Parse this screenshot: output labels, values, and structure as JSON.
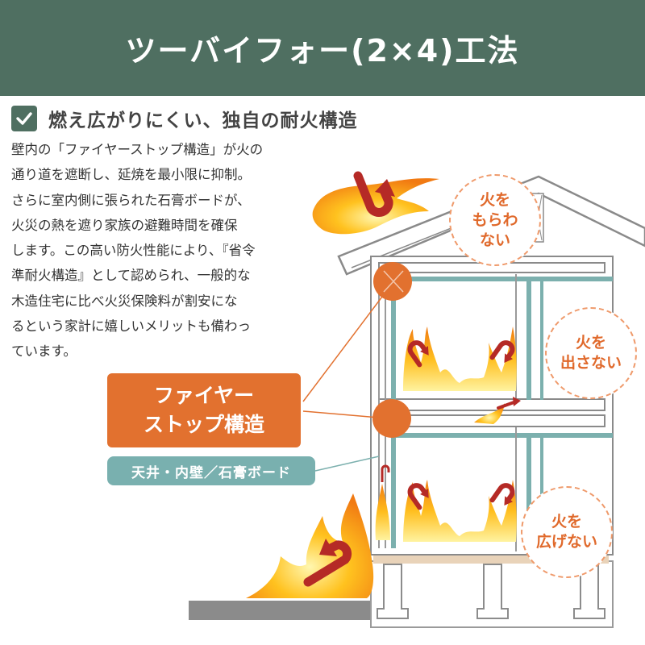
{
  "title": "ツーバイフォー(2×4)工法",
  "subtitle": "燃え広がりにくい、独自の耐火構造",
  "body_lines": [
    "壁内の「ファイヤーストップ構造」が火の",
    "通り道を遮断し、延焼を最小限に抑制。",
    "さらに室内側に張られた石膏ボードが、",
    "火災の熱を遮り家族の避難時間を確保",
    "します。この高い防火性能により、『省令",
    "準耐火構造』として認められ、一般的な",
    "木造住宅に比べ火災保険料が割安にな",
    "るという家計に嬉しいメリットも備わっ",
    "ています。"
  ],
  "labels": {
    "firestop_line1": "ファイヤー",
    "firestop_line2": "ストップ構造",
    "gypsum": "天井・内壁／石膏ボード"
  },
  "callouts": [
    {
      "line1": "火を",
      "line2": "もらわ",
      "line3": "ない"
    },
    {
      "line1": "火を",
      "line2": "出さない"
    },
    {
      "line1": "火を",
      "line2": "広げない"
    }
  ],
  "colors": {
    "header_bg": "#4f6f61",
    "firestop": "#e2712f",
    "teal": "#79b0af",
    "callout_text": "#e0692b",
    "fire_arrow": "#b52a26"
  },
  "icons": {
    "check": "check-icon",
    "arrow": "u-turn-arrow-icon",
    "flame": "flame-icon"
  }
}
